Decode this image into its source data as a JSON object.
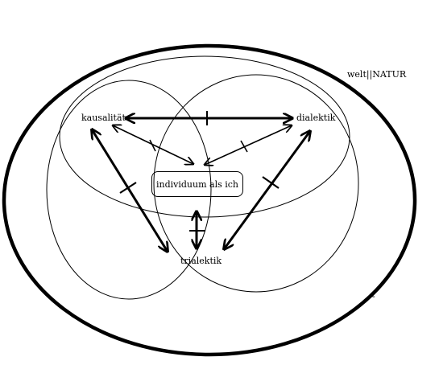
{
  "outer_label": "welt||NATUR",
  "nodes": {
    "kausalitaet": "kausalität",
    "dialektik": "dialektik",
    "trialektik": "trialektik",
    "center": "individuum als ich"
  },
  "stray_mark": "-"
}
